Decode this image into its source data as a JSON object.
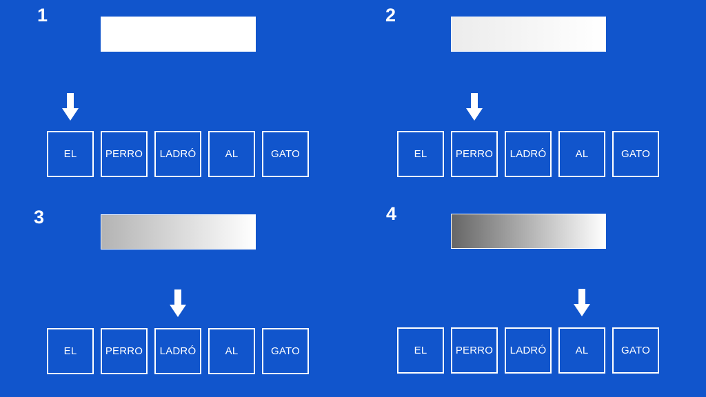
{
  "colors": {
    "background": "#1155cc",
    "foreground": "#ffffff"
  },
  "panels": [
    {
      "number": "1",
      "highlighted_word_index": 0,
      "bar_gradient": [
        "#ffffff",
        "#ffffff"
      ],
      "words": [
        "EL",
        "PERRO",
        "LADRÓ",
        "AL",
        "GATO"
      ]
    },
    {
      "number": "2",
      "highlighted_word_index": 1,
      "bar_gradient": [
        "#ececec",
        "#ffffff"
      ],
      "words": [
        "EL",
        "PERRO",
        "LADRÓ",
        "AL",
        "GATO"
      ]
    },
    {
      "number": "3",
      "highlighted_word_index": 2,
      "bar_gradient": [
        "#b3b3b3",
        "#ffffff"
      ],
      "words": [
        "EL",
        "PERRO",
        "LADRÓ",
        "AL",
        "GATO"
      ]
    },
    {
      "number": "4",
      "highlighted_word_index": 3,
      "bar_gradient": [
        "#666666",
        "#ffffff"
      ],
      "words": [
        "EL",
        "PERRO",
        "LADRÓ",
        "AL",
        "GATO"
      ]
    }
  ]
}
